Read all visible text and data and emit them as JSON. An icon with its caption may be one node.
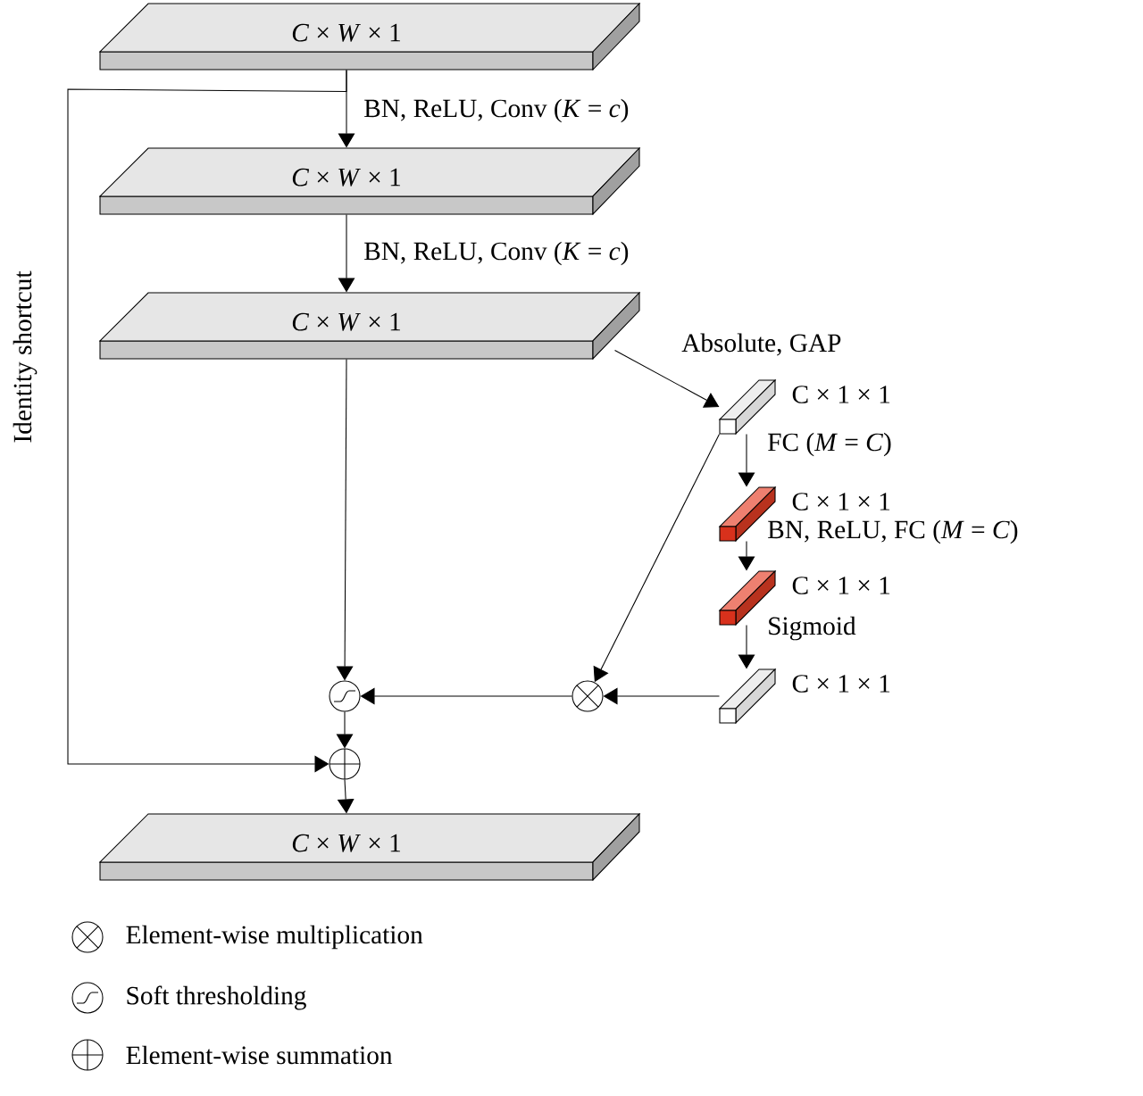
{
  "diagram": {
    "nodes": [
      {
        "text": [
          "*C* × *W* × 1"
        ]
      },
      {
        "text": [
          "*C* × *W* × 1"
        ]
      },
      {
        "text": [
          "*C* × *W* × 1"
        ]
      },
      {
        "text": [],
        "shape": "bar",
        "beside": [
          "C × 1 × 1"
        ]
      },
      {
        "text": [],
        "shape": "bar",
        "beside": [
          "C × 1 × 1"
        ]
      },
      {
        "text": [],
        "shape": "bar",
        "beside": [
          "C × 1 × 1"
        ]
      },
      {
        "text": [],
        "shape": "bar",
        "beside": [
          "C × 1 × 1"
        ]
      },
      {
        "text": [],
        "shape": "circle"
      },
      {
        "text": [],
        "shape": "circle"
      },
      {
        "text": [],
        "shape": "circle"
      },
      {
        "text": [
          "*C* × *W* × 1"
        ]
      }
    ],
    "edges": [
      {
        "from": 0,
        "to": 1,
        "arrow": "to",
        "label": "BN, ReLU, Conv (*K* = *c*)"
      },
      {
        "from": 1,
        "to": 2,
        "arrow": "to",
        "label": "BN, ReLU, Conv (*K* = *c*)"
      },
      {
        "from": 2,
        "to": 3,
        "arrow": "to",
        "label": "Absolute, GAP"
      },
      {
        "from": 3,
        "to": 4,
        "arrow": "to",
        "label": "FC (*M* = *C*)"
      },
      {
        "from": 4,
        "to": 5,
        "arrow": "to",
        "label": "BN, ReLU, FC (*M* = *C*)"
      },
      {
        "from": 5,
        "to": 6,
        "arrow": "to",
        "label": "Sigmoid"
      },
      {
        "from": 3,
        "to": 7,
        "arrow": "to"
      },
      {
        "from": 6,
        "to": 7,
        "arrow": "to"
      },
      {
        "from": 7,
        "to": 8,
        "arrow": "to"
      },
      {
        "from": 2,
        "to": 8,
        "arrow": "to"
      },
      {
        "from": 8,
        "to": 9,
        "arrow": "to"
      },
      {
        "from": 0,
        "to": 9,
        "arrow": "to",
        "label": "Identity shortcut"
      },
      {
        "from": 9,
        "to": 10,
        "arrow": "to"
      }
    ],
    "legend": [
      {
        "text": "Element-wise multiplication"
      },
      {
        "text": "Soft thresholding"
      },
      {
        "text": "Element-wise summation"
      }
    ]
  }
}
